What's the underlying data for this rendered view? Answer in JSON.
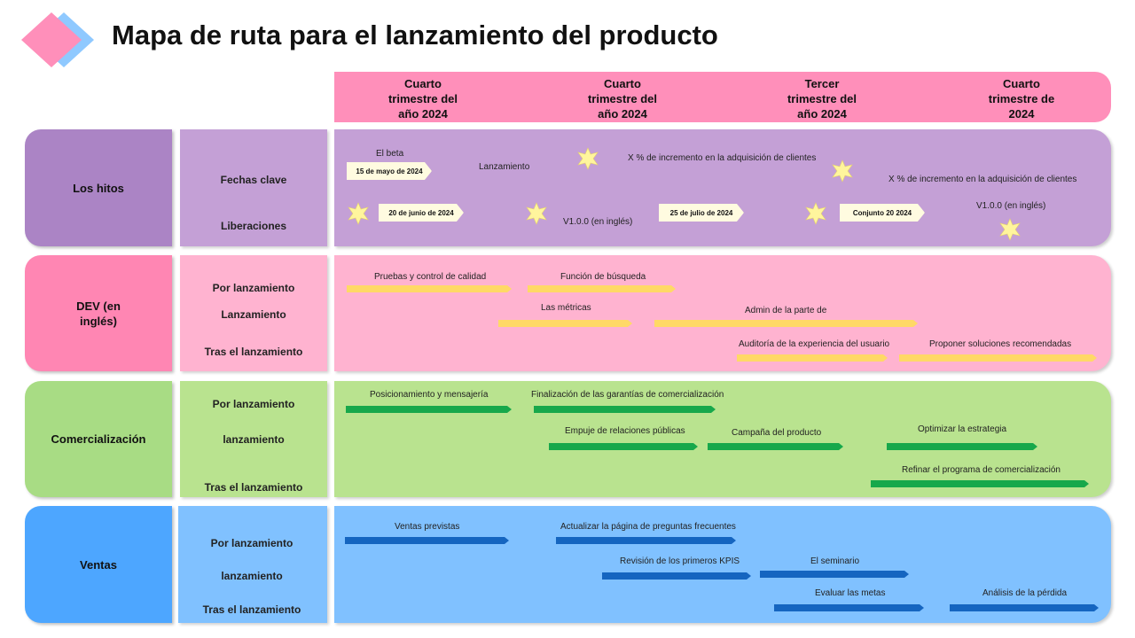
{
  "title": "Mapa de ruta para el lanzamiento del producto",
  "colors": {
    "header": "#ff8fba",
    "hitos_label": "#ab84c5",
    "hitos_sub": "#c4a0d6",
    "hitos_content": "#c4a0d6",
    "dev_label": "#ff86b3",
    "dev_sub": "#ffb3d0",
    "dev_content": "#ffb3d0",
    "com_label": "#a8dc84",
    "com_sub": "#b9e38f",
    "com_content": "#b9e38f",
    "ventas_label": "#4da6ff",
    "ventas_sub": "#80c1ff",
    "ventas_content": "#80c1ff",
    "bar_dev": "#ffd966",
    "bar_com": "#17a84b",
    "bar_ventas": "#1565c0",
    "star": "#fff59d"
  },
  "quarters": [
    "Cuarto\ntrimestre del\naño 2024",
    "Cuarto\ntrimestre del\naño 2024",
    "Tercer\ntrimestre del\naño 2024",
    "Cuarto\ntrimestre de\n2024"
  ],
  "rows": {
    "hitos": {
      "label": "Los hitos",
      "subs": [
        "Fechas clave",
        "Liberaciones"
      ],
      "texts": [
        "El beta",
        "Lanzamiento",
        "X % de incremento en la adquisición de clientes",
        "X % de incremento en la adquisición de clientes",
        "V1.0.0 (en inglés)",
        "V1.0.0 (en inglés)"
      ],
      "tags": [
        "15 de mayo de 2024",
        "20 de junio de 2024",
        "25 de julio de 2024",
        "Conjunto 20 2024"
      ],
      "star_icon": "star-icon"
    },
    "dev": {
      "label": "DEV (en\ninglés)",
      "subs": [
        "Por lanzamiento",
        "Lanzamiento",
        "Tras el lanzamiento"
      ],
      "items": [
        "Pruebas y control de calidad",
        "Función de búsqueda",
        "Las métricas",
        "Admin de la parte de",
        "Auditoría de la experiencia del usuario",
        "Proponer soluciones recomendadas"
      ]
    },
    "com": {
      "label": "Comercialización",
      "subs": [
        "Por lanzamiento",
        "lanzamiento",
        "Tras el lanzamiento"
      ],
      "items": [
        "Posicionamiento y mensajería",
        "Finalización de las garantías de comercialización",
        "Empuje de relaciones públicas",
        "Campaña del producto",
        "Optimizar la estrategia",
        "Refinar el programa de comercialización"
      ]
    },
    "ventas": {
      "label": "Ventas",
      "subs": [
        "Por lanzamiento",
        "lanzamiento",
        "Tras el lanzamiento"
      ],
      "items": [
        "Ventas previstas",
        "Actualizar la página de preguntas frecuentes",
        "Revisión de los primeros KPIS",
        "El seminario",
        "Evaluar las metas",
        "Análisis de la pérdida"
      ]
    }
  }
}
